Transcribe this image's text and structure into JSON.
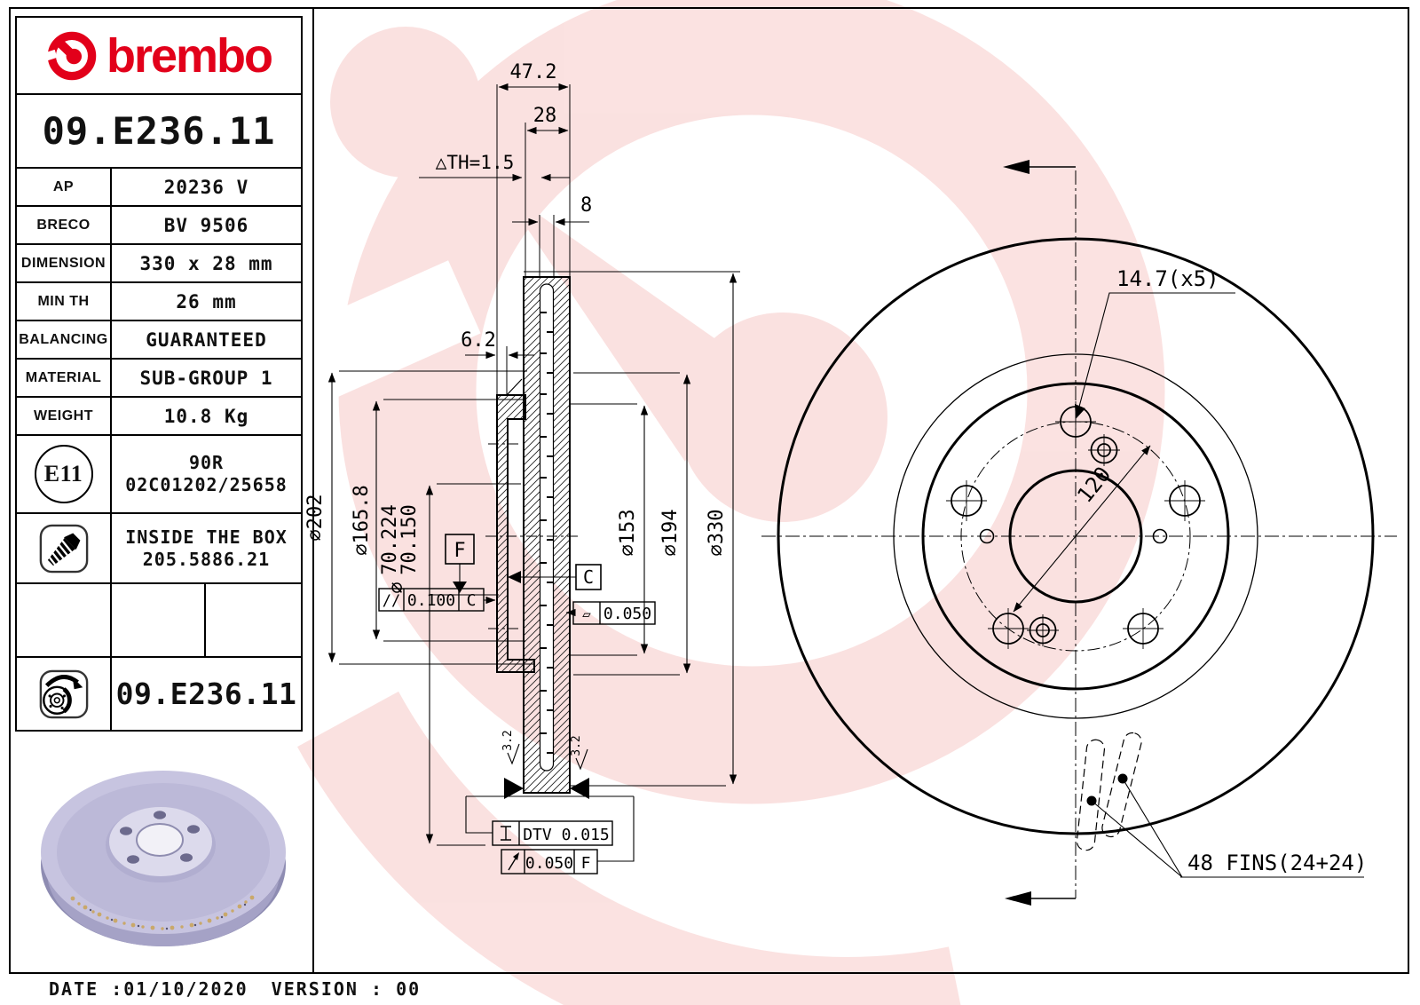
{
  "brand": {
    "logo_text": "brembo"
  },
  "part_number": "09.E236.11",
  "specs": {
    "rows": [
      {
        "label": "AP",
        "value": "20236 V"
      },
      {
        "label": "BRECO",
        "value": "BV 9506"
      },
      {
        "label": "DIMENSION",
        "value": "330 x 28 mm"
      },
      {
        "label": "MIN TH",
        "value": "26 mm"
      },
      {
        "label": "BALANCING",
        "value": "GUARANTEED"
      },
      {
        "label": "MATERIAL",
        "value": "SUB-GROUP 1"
      },
      {
        "label": "WEIGHT",
        "value": "10.8 Kg"
      }
    ]
  },
  "homologation": {
    "badge": "E11",
    "line1": "90R",
    "line2": "02C01202/25658"
  },
  "inside_box": {
    "line1": "INSIDE THE BOX",
    "line2": "205.5886.21"
  },
  "footer": {
    "part_number": "09.E236.11"
  },
  "date_bar": {
    "date": "DATE :01/10/2020",
    "version": "VERSION : 00"
  },
  "section_view": {
    "dim_overall": "47.2",
    "dim_band": "28",
    "dim_wear": "△TH=1.5",
    "dim_plate": "8",
    "dim_flange": "6.2",
    "dia_202": "∅202",
    "dia_165": "∅165.8",
    "dia_symbol": "∅",
    "dia_70_upper": "70.224",
    "dia_70_lower": "70.150",
    "dia_153": "∅153",
    "dia_194": "∅194",
    "dia_330": "∅330",
    "datum_f": "F",
    "datum_c": "C",
    "parallelism": {
      "sym": "//",
      "value": "0.100",
      "datum": "C"
    },
    "flatness": {
      "sym": "▱",
      "value": "0.050"
    },
    "dtv": {
      "value": "DTV 0.015"
    },
    "runout": {
      "sym": "/",
      "value": "0.050",
      "datum": "F"
    },
    "roughness_left": "3.2",
    "roughness_right": "3.2"
  },
  "front_view": {
    "bolt_holes": "14.7(x5)",
    "bolt_circle": "120",
    "fins": "48 FINS(24+24)"
  }
}
